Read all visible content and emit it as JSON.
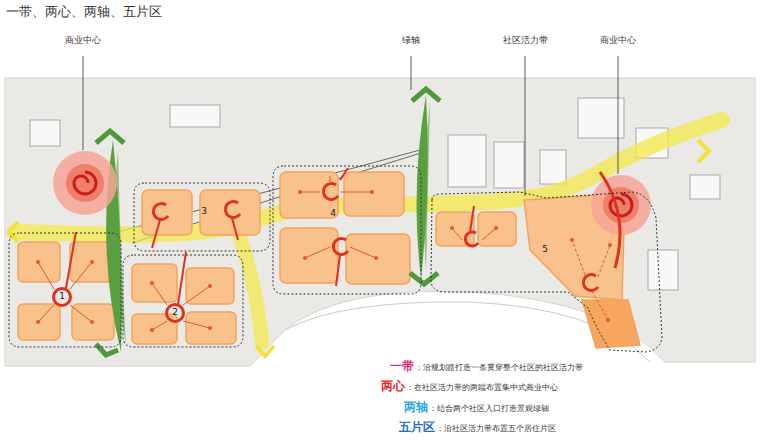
{
  "diagram": {
    "title": "一带、两心、两轴、五片区",
    "nodes": [
      {
        "text": [
          "1"
        ]
      },
      {
        "text": [
          "2"
        ]
      },
      {
        "text": [
          "3"
        ]
      },
      {
        "text": [
          "4"
        ]
      },
      {
        "text": [
          "5"
        ]
      }
    ],
    "labels": [
      "商业中心",
      "绿轴",
      "社区活力带",
      "商业中心",
      "一带",
      "：沿规划路打造一条贯穿整个社区的社区活力带",
      "两心",
      "：在社区活力带的两端布置集中式商业中心",
      "两轴",
      "：结合两个社区入口打造景观绿轴",
      "五片区",
      "：沿社区活力带布置五个居住片区"
    ]
  }
}
